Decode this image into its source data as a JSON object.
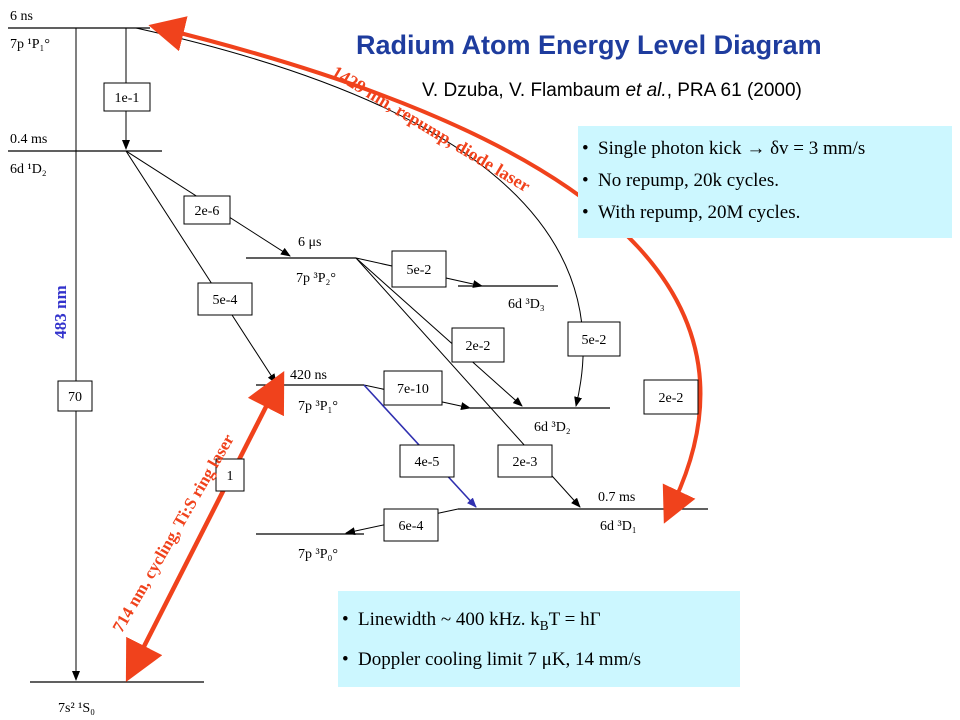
{
  "header": {
    "title": "Radium Atom Energy Level Diagram",
    "citation_prefix": "V. Dzuba, V. Flambaum ",
    "citation_etal": "et al.",
    "citation_suffix": ", PRA 61 (2000)"
  },
  "levels": {
    "p1": {
      "label": "7p ¹P₁°",
      "lifetime": "6 ns"
    },
    "d1d2": {
      "label": "6d ¹D₂",
      "lifetime": "0.4 ms"
    },
    "p3p2": {
      "label": "7p ³P₂°",
      "lifetime": "6 μs"
    },
    "d3d3": {
      "label": "6d ³D₃"
    },
    "p3p1": {
      "label": "7p ³P₁°",
      "lifetime": "420 ns"
    },
    "d3d2": {
      "label": "6d ³D₂"
    },
    "d3d1": {
      "label": "6d ³D₁",
      "lifetime": "0.7 ms"
    },
    "p3p0": {
      "label": "7p ³P₀°"
    },
    "ground": {
      "label": "7s² ¹S₀"
    }
  },
  "rates": {
    "r_1e1": "1e-1",
    "r_2e6": "2e-6",
    "r_5e4": "5e-4",
    "r_70": "70",
    "r_5e2a": "5e-2",
    "r_2e2a": "2e-2",
    "r_5e2b": "5e-2",
    "r_2e2b": "2e-2",
    "r_7e10": "7e-10",
    "r_4e5": "4e-5",
    "r_2e3": "2e-3",
    "r_6e4": "6e-4",
    "r_1": "1"
  },
  "lasers": {
    "l483": "483 nm",
    "l1429": "1429 nm, repump, diode laser",
    "l714": "714 nm, cycling, Ti:S ring laser"
  },
  "notes_top": {
    "item1_prefix": "Single photon kick ",
    "item1_arrow": "→",
    "item1_suffix": " δv = 3 mm/s",
    "item2": "No repump, 20k cycles.",
    "item3": "With repump, 20M cycles."
  },
  "notes_bottom": {
    "item1_prefix": "Linewidth ~ 400 kHz.   k",
    "item1_sub": "B",
    "item1_suffix": "T = hΓ",
    "item2": "Doppler cooling limit 7 μK, 14 mm/s"
  },
  "colors": {
    "title": "#1e3c9e",
    "laser_483": "#3333cc",
    "repump_arrow": "#f0421c",
    "decay_7e10": "#3030b0",
    "panel_bg": "#ccf7ff"
  }
}
